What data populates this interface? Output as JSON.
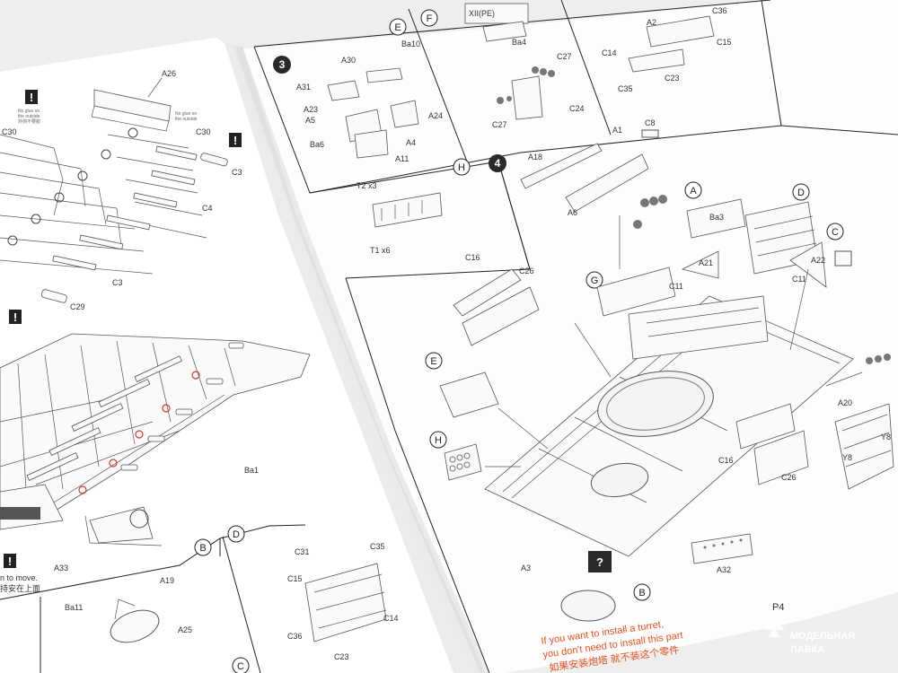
{
  "left_page": {
    "labels": [
      "A26",
      "C30",
      "C3",
      "C4",
      "C3",
      "C29",
      "Ba1",
      "A33",
      "C30"
    ],
    "tiny_notes": [
      "No glue on",
      "the outside",
      "外侧不要胶",
      "No glue on",
      "the outside"
    ],
    "panel_B": {
      "letter": "B",
      "labels": [
        "Ba11",
        "A19",
        "A25"
      ]
    },
    "panel_D": {
      "letter": "D",
      "labels": [
        "C31",
        "C15",
        "C14",
        "C35",
        "C36",
        "C23"
      ]
    },
    "panel_C": {
      "letter": "C"
    },
    "cut_text": [
      "n to move.",
      "持安在上面"
    ]
  },
  "right_page": {
    "step3": {
      "number": "3",
      "letter": "E",
      "labels": [
        "A30",
        "Ba10",
        "A31",
        "A23",
        "A5",
        "A24",
        "Ba6",
        "A4",
        "A11"
      ]
    },
    "panel_F": {
      "letter": "F",
      "labels": [
        "XII(PE)",
        "Ba4",
        "C27",
        "C27",
        "C24"
      ]
    },
    "panel_top": {
      "labels": [
        "A2",
        "C36",
        "C15",
        "C14",
        "C35",
        "C23"
      ]
    },
    "panel_H": {
      "letter": "H",
      "labels": [
        "T2 x3",
        "T1 x6"
      ]
    },
    "step4": {
      "number": "4",
      "callouts": [
        "A",
        "D",
        "G",
        "C",
        "E",
        "H",
        "B"
      ],
      "labels": [
        "A18",
        "A1",
        "C8",
        "A6",
        "Ba3",
        "A21",
        "A22",
        "C11",
        "C11",
        "C16",
        "C26",
        "A20",
        "Y8",
        "Y8",
        "C16",
        "C26",
        "A3",
        "A32"
      ]
    },
    "question_mark": "?",
    "note_en_1": "If you want to install a turret,",
    "note_en_2": "you don't need to install this part",
    "note_cn": "如果安装炮塔 就不装这个零件",
    "page_number": "P4"
  },
  "watermark": {
    "line1": "МОДЕЛЬНАЯ",
    "line2": "ЛАВКА"
  },
  "colors": {
    "paper": "#ffffff",
    "ink": "#333333",
    "note_red": "#e8501e",
    "dark_badge": "#2a2a2a"
  }
}
